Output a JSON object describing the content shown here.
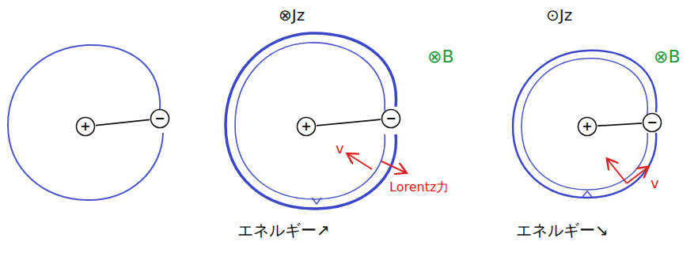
{
  "diagram": {
    "nodes": [
      {
        "text": [
          "+"
        ]
      },
      {
        "text": [
          "−"
        ]
      },
      {
        "text": [
          "+"
        ]
      },
      {
        "text": [
          "−"
        ]
      },
      {
        "text": [
          "+"
        ]
      },
      {
        "text": [
          "−"
        ]
      }
    ],
    "edges": [
      {
        "from": 0,
        "to": 1,
        "arrow": "none"
      },
      {
        "from": 2,
        "to": 3,
        "arrow": "none"
      },
      {
        "from": 4,
        "to": 5,
        "arrow": "none"
      }
    ],
    "labels": [
      "⊗Jz",
      "⊗B",
      "v",
      "Lorentz力",
      "エネルギー↗",
      "⊙Jz",
      "⊗B",
      "v",
      "エネルギー↘"
    ]
  }
}
